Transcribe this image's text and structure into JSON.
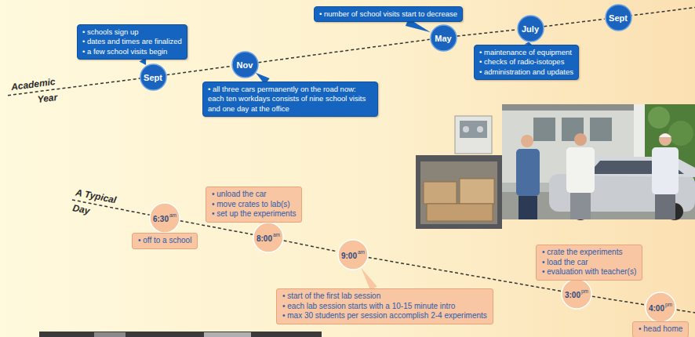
{
  "diagram": {
    "nodes": [
      {
        "text": [
          "Sept"
        ]
      },
      {
        "text": [
          "• schools sign up",
          "• dates and times are finalized",
          "• a few school visits begin"
        ]
      },
      {
        "text": [
          "Nov"
        ]
      },
      {
        "text": [
          "• all three cars permanently on the road now: each ten workdays consists of nine school visits and one day at the office"
        ]
      },
      {
        "text": [
          "May"
        ]
      },
      {
        "text": [
          "• number of school visits start to decrease"
        ]
      },
      {
        "text": [
          "July"
        ]
      },
      {
        "text": [
          "• maintenance of equipment",
          "• checks of radio-isotopes",
          "• administration and updates"
        ]
      },
      {
        "text": [
          "Sept"
        ]
      },
      {
        "text": [
          "6:30",
          "am"
        ]
      },
      {
        "text": [
          "• off to a school"
        ]
      },
      {
        "text": [
          "8:00",
          "am"
        ]
      },
      {
        "text": [
          "• unload the car",
          "• move crates to lab(s)",
          "• set up the experiments"
        ]
      },
      {
        "text": [
          "9:00",
          "am"
        ]
      },
      {
        "text": [
          "• start of the first lab session",
          "• each lab session starts with a 10-15 minute intro",
          "• max 30 students per session accomplish 2-4 experiments"
        ]
      },
      {
        "text": [
          "3:00",
          "pm"
        ]
      },
      {
        "text": [
          "• crate the experiments",
          "• load the car",
          "• evaluation with teacher(s)"
        ]
      },
      {
        "text": [
          "4:00",
          "pm"
        ]
      },
      {
        "text": [
          "• head home"
        ]
      }
    ],
    "edges": [
      {
        "from": 0,
        "to": 2,
        "arrow": "none"
      },
      {
        "from": 2,
        "to": 4,
        "arrow": "none"
      },
      {
        "from": 4,
        "to": 6,
        "arrow": "none"
      },
      {
        "from": 6,
        "to": 8,
        "arrow": "none"
      },
      {
        "from": 0,
        "to": 1,
        "arrow": "none"
      },
      {
        "from": 2,
        "to": 3,
        "arrow": "none"
      },
      {
        "from": 4,
        "to": 5,
        "arrow": "none"
      },
      {
        "from": 6,
        "to": 7,
        "arrow": "none"
      },
      {
        "from": 9,
        "to": 11,
        "arrow": "none"
      },
      {
        "from": 11,
        "to": 13,
        "arrow": "none"
      },
      {
        "from": 13,
        "to": 15,
        "arrow": "none"
      },
      {
        "from": 15,
        "to": 17,
        "arrow": "none"
      },
      {
        "from": 9,
        "to": 10,
        "arrow": "none"
      },
      {
        "from": 11,
        "to": 12,
        "arrow": "none"
      },
      {
        "from": 13,
        "to": 14,
        "arrow": "none"
      },
      {
        "from": 15,
        "to": 16,
        "arrow": "none"
      },
      {
        "from": 17,
        "to": 18,
        "arrow": "none"
      }
    ],
    "labels": [
      "Academic Year",
      "A Typical Day"
    ]
  }
}
